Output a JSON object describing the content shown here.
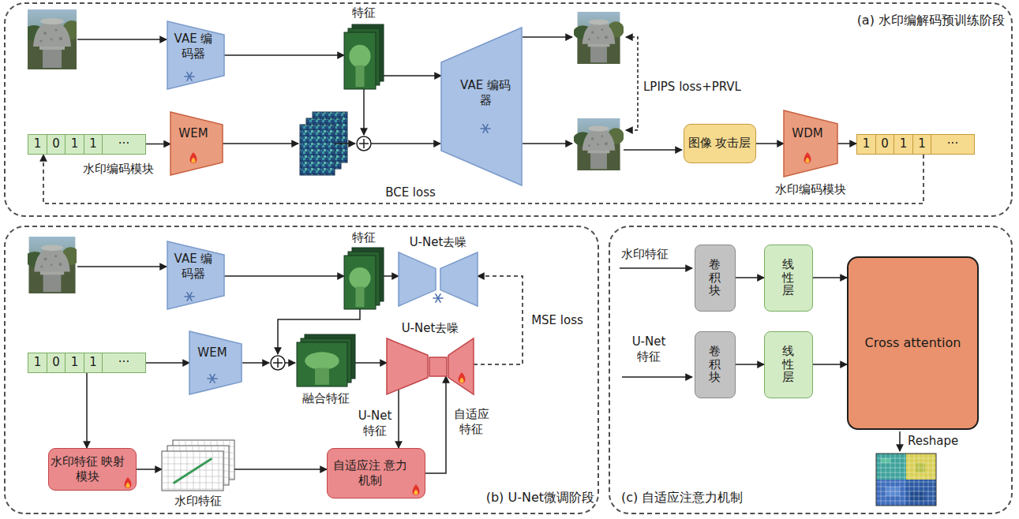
{
  "diagram": {
    "nodes": [
      {
        "text": [
          "(a) 水印编解码预训练阶段"
        ]
      },
      {
        "text": [
          "VAE 编码器"
        ],
        "in": 0
      },
      {
        "text": [
          "特征"
        ],
        "in": 0
      },
      {
        "text": [
          "VAE 编码器"
        ],
        "in": 0
      },
      {
        "text": [
          "1",
          "0",
          "1",
          "1",
          "···"
        ],
        "in": 0
      },
      {
        "text": [
          "WEM"
        ],
        "in": 0
      },
      {
        "text": [
          "图像 攻击层"
        ],
        "in": 0
      },
      {
        "text": [
          "WDM"
        ],
        "in": 0
      },
      {
        "text": [
          "1",
          "0",
          "1",
          "1",
          "···"
        ],
        "in": 0
      },
      {
        "text": [
          "(b) U-Net微调阶段"
        ]
      },
      {
        "text": [
          "VAE 编码器"
        ],
        "in": 9
      },
      {
        "text": [
          "特征"
        ],
        "in": 9
      },
      {
        "text": [
          "U-Net去噪"
        ],
        "in": 9
      },
      {
        "text": [
          "1",
          "0",
          "1",
          "1",
          "···"
        ],
        "in": 9
      },
      {
        "text": [
          "WEM"
        ],
        "in": 9
      },
      {
        "text": [
          "融合特征"
        ],
        "in": 9
      },
      {
        "text": [
          "U-Net去噪"
        ],
        "in": 9
      },
      {
        "text": [
          "水印特征 映射模块"
        ],
        "in": 9
      },
      {
        "text": [
          "水印特征"
        ],
        "in": 9
      },
      {
        "text": [
          "自适应注 意力机制"
        ],
        "in": 9
      },
      {
        "text": [
          "(c) 自适应注意力机制"
        ]
      },
      {
        "text": [
          "卷积块"
        ],
        "in": 20
      },
      {
        "text": [
          "线性层"
        ],
        "in": 20
      },
      {
        "text": [
          "卷积块"
        ],
        "in": 20
      },
      {
        "text": [
          "线性层"
        ],
        "in": 20
      },
      {
        "text": [
          "Cross attention"
        ],
        "in": 20
      }
    ],
    "edges": [
      {
        "from": 1,
        "to": 2,
        "arrow": "to"
      },
      {
        "from": 2,
        "to": 3,
        "arrow": "to"
      },
      {
        "from": 4,
        "to": 5,
        "arrow": "to"
      },
      {
        "from": 6,
        "to": 7,
        "arrow": "to"
      },
      {
        "from": 7,
        "to": 8,
        "arrow": "to"
      },
      {
        "from": 8,
        "to": 4,
        "label": "BCE loss",
        "arrow": "to"
      },
      {
        "from": 10,
        "to": 11,
        "arrow": "to"
      },
      {
        "from": 11,
        "to": 12,
        "arrow": "to"
      },
      {
        "from": 13,
        "to": 14,
        "arrow": "to"
      },
      {
        "from": 15,
        "to": 16,
        "arrow": "to"
      },
      {
        "from": 16,
        "to": 12,
        "label": "MSE loss",
        "arrow": "to"
      },
      {
        "from": 13,
        "to": 17,
        "arrow": "to"
      },
      {
        "from": 17,
        "to": 18,
        "arrow": "to"
      },
      {
        "from": 18,
        "to": 19,
        "arrow": "to"
      },
      {
        "from": 16,
        "to": 19,
        "label": "U-Net 特征",
        "arrow": "to"
      },
      {
        "from": 19,
        "to": 16,
        "label": "自适应 特征",
        "arrow": "to"
      },
      {
        "from": 21,
        "to": 22,
        "arrow": "to"
      },
      {
        "from": 23,
        "to": 24,
        "arrow": "to"
      },
      {
        "from": 22,
        "to": 25,
        "arrow": "to"
      },
      {
        "from": 24,
        "to": 25,
        "arrow": "to"
      }
    ],
    "labels": [
      "水印编码模块",
      "LPIPS loss+PRVL",
      "水印编码模块",
      "水印特征",
      "U-Net 特征",
      "Reshape"
    ]
  }
}
